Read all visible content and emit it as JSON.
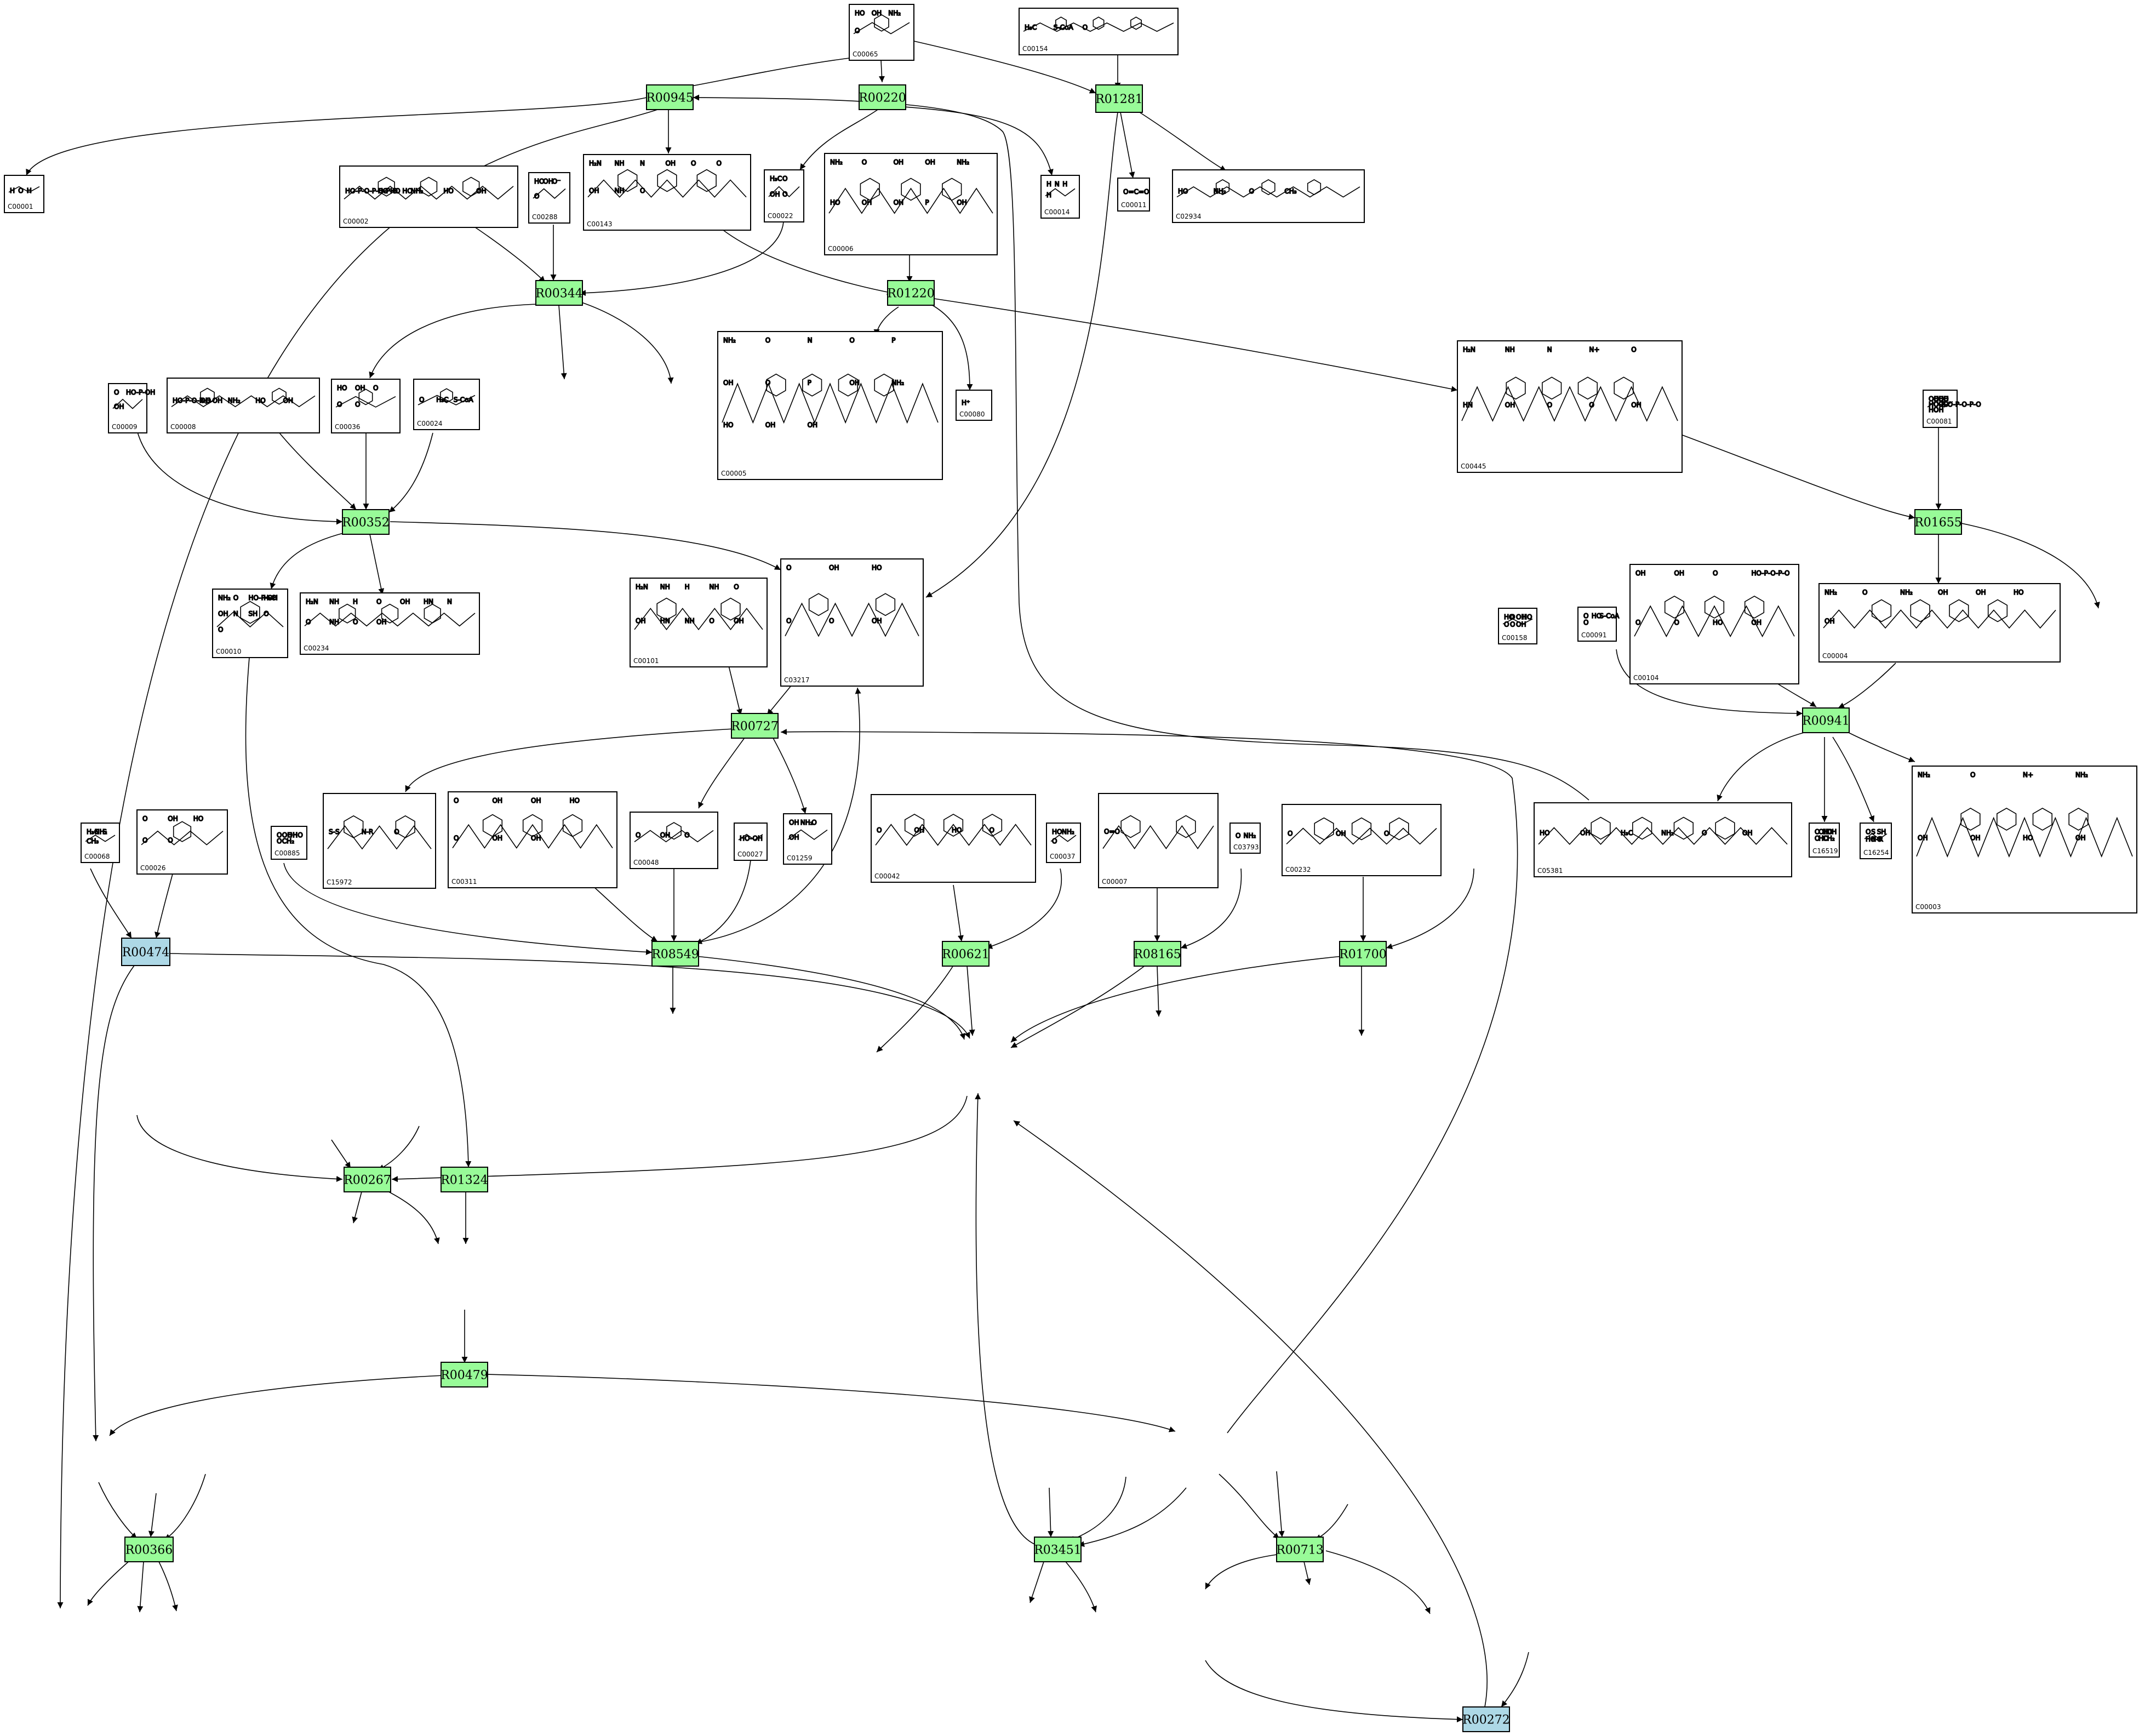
{
  "colors": {
    "reaction_fill": "#98fb98",
    "reaction_alt_fill": "#add8e6",
    "stroke": "#000000",
    "background": "#ffffff"
  },
  "reactions": [
    {
      "id": "R00945",
      "color": "green"
    },
    {
      "id": "R00220",
      "color": "green"
    },
    {
      "id": "R01281",
      "color": "green"
    },
    {
      "id": "R00344",
      "color": "green"
    },
    {
      "id": "R01220",
      "color": "green"
    },
    {
      "id": "R00352",
      "color": "green"
    },
    {
      "id": "R01655",
      "color": "green"
    },
    {
      "id": "R00727",
      "color": "green"
    },
    {
      "id": "R00941",
      "color": "green"
    },
    {
      "id": "R00474",
      "color": "blue"
    },
    {
      "id": "R08549",
      "color": "green"
    },
    {
      "id": "R00621",
      "color": "green"
    },
    {
      "id": "R08165",
      "color": "green"
    },
    {
      "id": "R01700",
      "color": "green"
    },
    {
      "id": "R00267",
      "color": "green"
    },
    {
      "id": "R01324",
      "color": "green"
    },
    {
      "id": "R00479",
      "color": "green"
    },
    {
      "id": "R00366",
      "color": "green"
    },
    {
      "id": "R03451",
      "color": "green"
    },
    {
      "id": "R00713",
      "color": "green"
    },
    {
      "id": "R00272",
      "color": "blue"
    }
  ],
  "compounds": [
    {
      "id": "C00065",
      "molecule": "serine",
      "mol_text": [
        "HO",
        "OH",
        "NH₂",
        "O"
      ]
    },
    {
      "id": "C00154",
      "molecule": "palmitoyl-coa",
      "mol_text": [
        "H₃C",
        "S-CoA",
        "O"
      ]
    },
    {
      "id": "C00001",
      "molecule": "water",
      "mol_text": [
        "H",
        "O",
        "H"
      ]
    },
    {
      "id": "C00143",
      "molecule": "methylene-thf",
      "mol_text": [
        "H₂N",
        "NH",
        "N",
        "OH",
        "O",
        "O",
        "OH",
        "NH",
        "O"
      ]
    },
    {
      "id": "C00002",
      "molecule": "atp",
      "mol_text": [
        "HO-P-O-P-O-P-O",
        "HO  HO  HO",
        "NH₂",
        "HO",
        "OH"
      ]
    },
    {
      "id": "C00288",
      "molecule": "bicarbonate",
      "mol_text": [
        "HO",
        "OH",
        "O⁻",
        "O"
      ]
    },
    {
      "id": "C00022",
      "molecule": "pyruvate",
      "mol_text": [
        "H₃C",
        "O",
        "OH",
        "O"
      ]
    },
    {
      "id": "C00006",
      "molecule": "nadp",
      "mol_text": [
        "NH₂",
        "O",
        "OH",
        "OH",
        "NH₂",
        "HO",
        "OH",
        "OH",
        "P",
        "OH"
      ]
    },
    {
      "id": "C00014",
      "molecule": "ammonia",
      "mol_text": [
        "H",
        "N",
        "H",
        "H"
      ]
    },
    {
      "id": "C00011",
      "molecule": "co2",
      "mol_text": [
        "O=C=O"
      ]
    },
    {
      "id": "C02934",
      "molecule": "ketosphinganine",
      "mol_text": [
        "HO",
        "NH₂",
        "O",
        "CH₃"
      ]
    },
    {
      "id": "C00009",
      "molecule": "phosphate",
      "mol_text": [
        "O",
        "HO-P-OH",
        "OH"
      ]
    },
    {
      "id": "C00008",
      "molecule": "adp",
      "mol_text": [
        "HO-P-O-P-O",
        "OH  OH",
        "NH₂",
        "HO",
        "OH"
      ]
    },
    {
      "id": "C00036",
      "molecule": "oxaloacetate",
      "mol_text": [
        "HO",
        "OH",
        "O",
        "O",
        "O"
      ]
    },
    {
      "id": "C00024",
      "molecule": "acetyl-coa",
      "mol_text": [
        "O",
        "H₃C",
        "S-CoA"
      ]
    },
    {
      "id": "C00005",
      "molecule": "nadph",
      "mol_text": [
        "NH₂",
        "O",
        "N",
        "O",
        "P",
        "OH",
        "O",
        "P",
        "OH",
        "NH₂",
        "HO",
        "OH",
        "OH"
      ]
    },
    {
      "id": "C00080",
      "molecule": "proton",
      "mol_text": [
        "H⁺"
      ]
    },
    {
      "id": "C00445",
      "molecule": "methenyl-thf",
      "mol_text": [
        "H₂N",
        "NH",
        "N",
        "N+",
        "O",
        "HN",
        "OH",
        "O",
        "O",
        "OH"
      ]
    },
    {
      "id": "C00158",
      "molecule": "citrate",
      "mol_text": [
        "HO",
        "O",
        "OH",
        "HO",
        "O",
        "O",
        "OH"
      ]
    },
    {
      "id": "C00081",
      "molecule": "itp",
      "mol_text": [
        "OH",
        "OH",
        "OH",
        "O",
        "HO-P-O-P-O-P-O",
        "O",
        "O",
        "O",
        "HO",
        "OH"
      ]
    },
    {
      "id": "C00010",
      "molecule": "coenzyme-a",
      "mol_text": [
        "NH₂",
        "O",
        "HO-P-OH",
        "H₃C",
        "OH",
        "N",
        "SH",
        "O",
        "O"
      ]
    },
    {
      "id": "C00234",
      "molecule": "formyl-thf",
      "mol_text": [
        "H₂N",
        "NH",
        "H",
        "O",
        "OH",
        "HN",
        "N",
        "O",
        "NH",
        "O",
        "OH"
      ]
    },
    {
      "id": "C00101",
      "molecule": "thf",
      "mol_text": [
        "H₂N",
        "NH",
        "H",
        "NH",
        "O",
        "OH",
        "HN",
        "NH",
        "O",
        "OH"
      ]
    },
    {
      "id": "C03217",
      "molecule": "oxalosuccinate",
      "mol_text": [
        "O",
        "OH",
        "HO",
        "O",
        "O",
        "OH"
      ]
    },
    {
      "id": "C00104",
      "molecule": "idp",
      "mol_text": [
        "OH",
        "OH",
        "O",
        "HO-P-O-P-O",
        "O",
        "O",
        "HO",
        "OH"
      ]
    },
    {
      "id": "C00004",
      "molecule": "nadh",
      "mol_text": [
        "NH₂",
        "O",
        "NH₂",
        "OH",
        "OH",
        "HO",
        "OH"
      ]
    },
    {
      "id": "C00091",
      "molecule": "succinyl-coa",
      "mol_text": [
        "O",
        "HO",
        "S-CoA",
        "O"
      ]
    },
    {
      "id": "C05381",
      "molecule": "hydroxyethyl-thpp",
      "mol_text": [
        "HO",
        "OH",
        "H₃C",
        "NH₂",
        "O",
        "OH"
      ]
    },
    {
      "id": "C16519",
      "molecule": "sephchc",
      "mol_text": [
        "O",
        "OH",
        "HO",
        "OH",
        "O",
        "HO",
        "CH₂"
      ]
    },
    {
      "id": "C16254",
      "molecule": "succinyl-dihydrolipoamide",
      "mol_text": [
        "O",
        "S",
        "SH",
        "HO",
        "N-R",
        "O"
      ]
    },
    {
      "id": "C00003",
      "molecule": "nad",
      "mol_text": [
        "NH₂",
        "O",
        "N+",
        "NH₂",
        "OH",
        "OH",
        "HO",
        "OH"
      ]
    },
    {
      "id": "C00068",
      "molecule": "thiamin-diphosphate",
      "mol_text": [
        "H₃C",
        "NH₂",
        "S",
        "CH₃"
      ]
    },
    {
      "id": "C00026",
      "molecule": "2-oxoglutarate",
      "mol_text": [
        "O",
        "OH",
        "HO",
        "O",
        "O"
      ]
    },
    {
      "id": "C00885",
      "molecule": "isochorismate",
      "mol_text": [
        "O",
        "OH",
        "OH",
        "HO",
        "O",
        "CH₂"
      ]
    },
    {
      "id": "C15972",
      "molecule": "lipoamide",
      "mol_text": [
        "S-S",
        "N-R",
        "O"
      ]
    },
    {
      "id": "C00311",
      "molecule": "isocitrate",
      "mol_text": [
        "O",
        "OH",
        "OH",
        "HO",
        "O",
        "OH",
        "OH"
      ]
    },
    {
      "id": "C00048",
      "molecule": "glyoxylate",
      "mol_text": [
        "O",
        "OH",
        "O"
      ]
    },
    {
      "id": "C00027",
      "molecule": "hydrogen-peroxide",
      "mol_text": [
        "HO-OH"
      ]
    },
    {
      "id": "C01259",
      "molecule": "hydroxylysine",
      "mol_text": [
        "OH",
        "NH₂",
        "O",
        "OH"
      ]
    },
    {
      "id": "C00042",
      "molecule": "succinate",
      "mol_text": [
        "O",
        "OH",
        "HO",
        "O"
      ]
    },
    {
      "id": "C00037",
      "molecule": "glycine",
      "mol_text": [
        "HO",
        "NH₂",
        "O"
      ]
    },
    {
      "id": "C00007",
      "molecule": "oxygen",
      "mol_text": [
        "O=O"
      ]
    },
    {
      "id": "C03793",
      "molecule": "aminoadipate-derivative",
      "mol_text": [
        "O",
        "NH₂"
      ]
    },
    {
      "id": "C00232",
      "molecule": "succinate-semialdehyde",
      "mol_text": [
        "O",
        "OH",
        "O"
      ]
    }
  ]
}
